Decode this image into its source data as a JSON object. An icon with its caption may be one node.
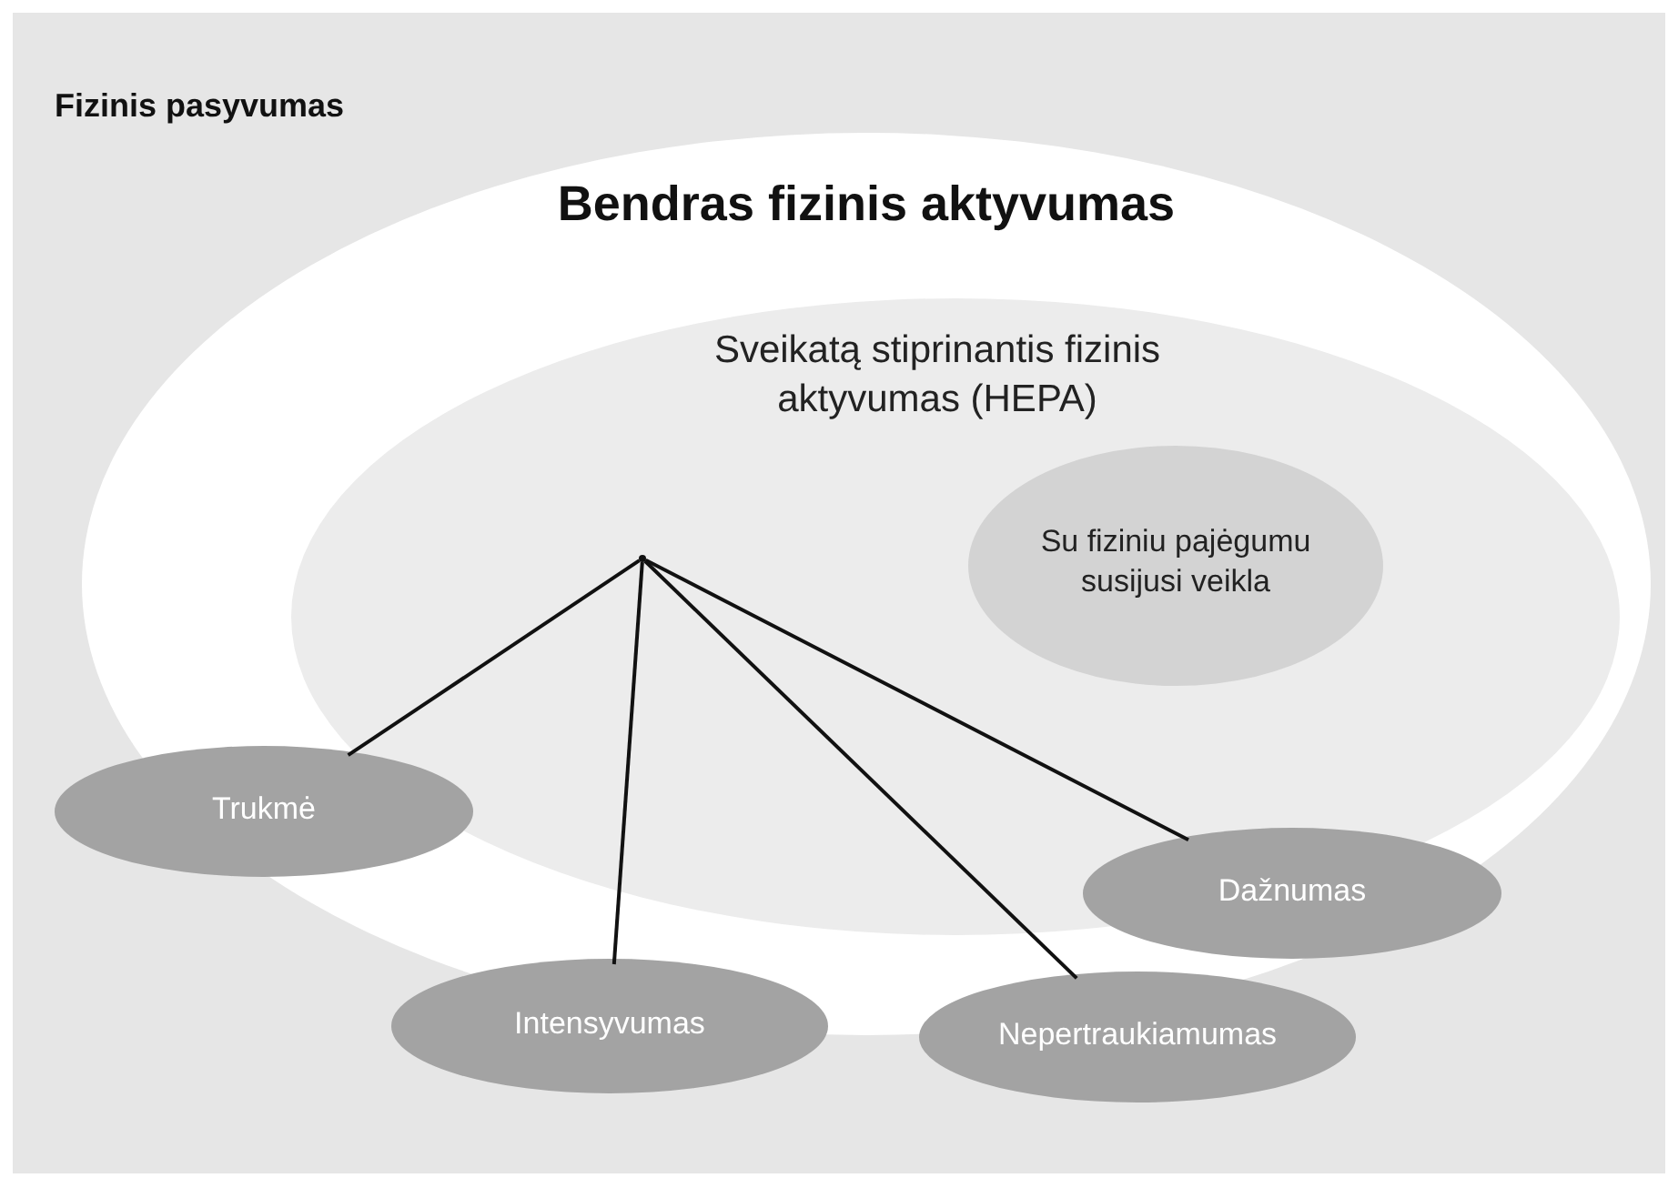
{
  "diagram": {
    "nodes": [
      {
        "text": [
          "Fizinis pasyvumas"
        ]
      },
      {
        "text": [
          "Bendras fizinis aktyvumas"
        ],
        "in": 0
      },
      {
        "text": [
          "Sveikatą stiprinantis fizinis aktyvumas (HEPA)"
        ],
        "in": 1
      },
      {
        "text": [
          "Su fiziniu pajėgumu susijusi veikla"
        ],
        "in": 2
      },
      {
        "text": [
          "Trukmė"
        ],
        "in": 0
      },
      {
        "text": [
          "Dažnumas"
        ],
        "in": 1
      },
      {
        "text": [
          "Intensyvumas"
        ],
        "in": 0
      },
      {
        "text": [
          "Nepertraukiamumas"
        ],
        "in": 0
      },
      {
        "text": [],
        "shape": "point",
        "in": 2
      }
    ],
    "edges": [
      {
        "from": 8,
        "to": 4,
        "arrow": "none"
      },
      {
        "from": 8,
        "to": 6,
        "arrow": "none"
      },
      {
        "from": 8,
        "to": 7,
        "arrow": "none"
      },
      {
        "from": 8,
        "to": 5,
        "arrow": "none"
      }
    ]
  }
}
